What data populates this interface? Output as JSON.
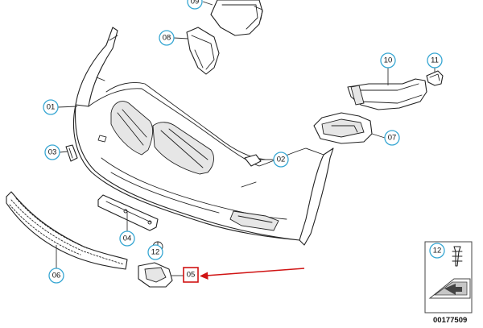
{
  "diagram": {
    "callouts": [
      {
        "id": "01",
        "label": "01"
      },
      {
        "id": "02",
        "label": "02"
      },
      {
        "id": "03",
        "label": "03"
      },
      {
        "id": "04",
        "label": "04"
      },
      {
        "id": "05",
        "label": "05"
      },
      {
        "id": "06",
        "label": "06"
      },
      {
        "id": "07",
        "label": "07"
      },
      {
        "id": "08",
        "label": "08"
      },
      {
        "id": "09",
        "label": "09"
      },
      {
        "id": "10",
        "label": "10"
      },
      {
        "id": "11",
        "label": "11"
      },
      {
        "id": "12a",
        "label": "12"
      },
      {
        "id": "12b",
        "label": "12"
      }
    ],
    "highlighted_callout": "05",
    "reference_number": "00177509",
    "colors": {
      "callout_ring": "#38a7d3",
      "highlight": "#d01414",
      "line": "#222222"
    }
  }
}
